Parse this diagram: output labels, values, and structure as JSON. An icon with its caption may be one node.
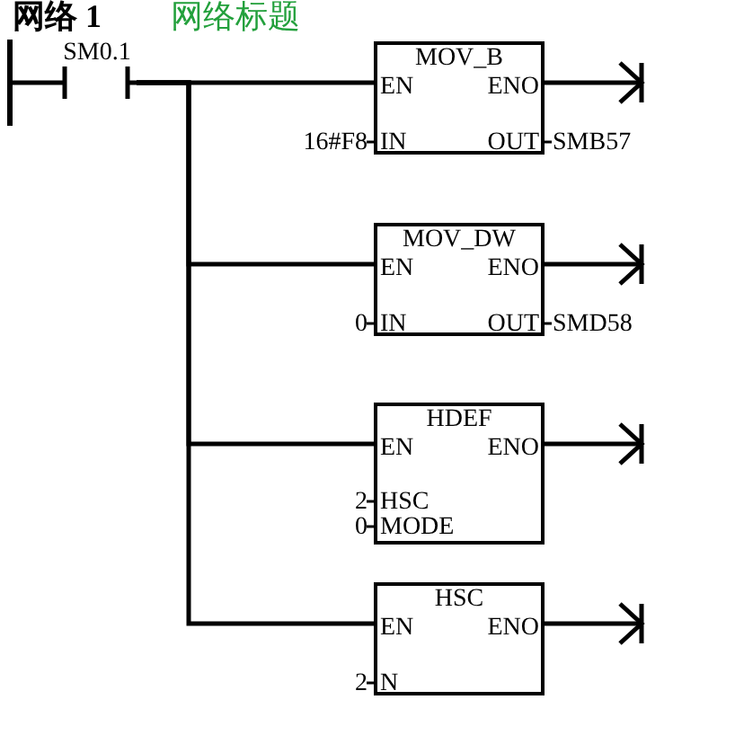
{
  "diagram": {
    "title": "网络 1",
    "nodes": [
      {
        "text": [],
        "shape": "bar"
      },
      {
        "text": [
          "SM0.1"
        ]
      },
      {
        "text": [
          "MOV_B",
          "EN",
          "ENO",
          "IN",
          "OUT"
        ],
        "beside": [
          "16#F8",
          "SMB57"
        ]
      },
      {
        "text": [
          "MOV_DW",
          "EN",
          "ENO",
          "IN",
          "OUT"
        ],
        "beside": [
          "0",
          "SMD58"
        ]
      },
      {
        "text": [
          "HDEF",
          "EN",
          "ENO",
          "HSC",
          "MODE"
        ],
        "beside": [
          "2",
          "0"
        ]
      },
      {
        "text": [
          "HSC",
          "EN",
          "ENO",
          "N"
        ],
        "beside": [
          "2"
        ]
      }
    ],
    "edges": [
      {
        "from": 0,
        "to": 1,
        "arrow": "none"
      },
      {
        "from": 1,
        "to": 2,
        "arrow": "none"
      },
      {
        "from": 1,
        "to": 3,
        "arrow": "none"
      },
      {
        "from": 1,
        "to": 4,
        "arrow": "none"
      },
      {
        "from": 1,
        "to": 5,
        "arrow": "none"
      },
      {
        "from": 2,
        "to": null,
        "arrow": "to"
      },
      {
        "from": 3,
        "to": null,
        "arrow": "to"
      },
      {
        "from": 4,
        "to": null,
        "arrow": "to"
      },
      {
        "from": 5,
        "to": null,
        "arrow": "to"
      }
    ],
    "labels": [
      "网络标题"
    ]
  }
}
